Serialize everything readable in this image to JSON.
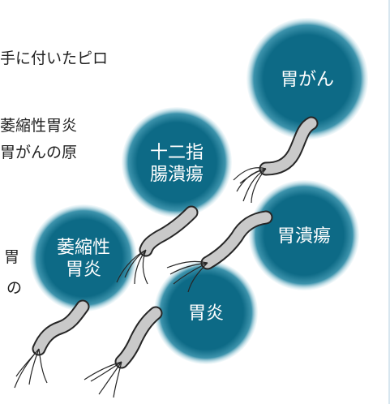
{
  "body_text": {
    "line1": "手に付いたピロ",
    "line2": "萎縮性胃炎",
    "line3": "胃がんの原",
    "line4": "胃",
    "line5": "の"
  },
  "diseases": {
    "stomach_cancer": "胃がん",
    "duodenal_ulcer": [
      "十二指",
      "腸潰瘍"
    ],
    "gastric_ulcer": "胃潰瘍",
    "atrophic_gastritis": [
      "萎縮性",
      "胃炎"
    ],
    "gastritis": "胃炎"
  },
  "colors": {
    "bubble": "#0d6a86",
    "bacterium_fill": "#c9c9c9",
    "bacterium_outline": "#262626",
    "text": "#1f1f1f",
    "side_rule": "#d7e6ef"
  },
  "icons": [
    "helicobacter-pylori-bacterium"
  ]
}
